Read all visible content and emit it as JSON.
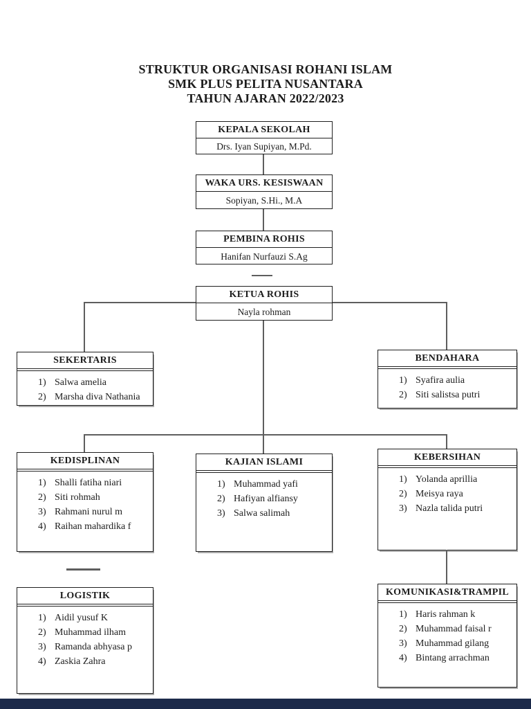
{
  "title": {
    "line1": "STRUKTUR ORGANISASI ROHANI ISLAM",
    "line2": "SMK PLUS PELITA NUSANTARA",
    "line3": "TAHUN AJARAN 2022/2023"
  },
  "units": {
    "kepala": {
      "label": "KEPALA SEKOLAH",
      "name": "Drs. Iyan Supiyan, M.Pd."
    },
    "waka": {
      "label": "WAKA URS. KESISWAAN",
      "name": "Sopiyan, S.Hi., M.A"
    },
    "pembina": {
      "label": "PEMBINA ROHIS",
      "name": "Hanifan Nurfauzi S.Ag"
    },
    "ketua": {
      "label": "KETUA ROHIS",
      "name": "Nayla rohman"
    },
    "sekertaris": {
      "label": "SEKERTARIS",
      "members": [
        "Salwa amelia",
        "Marsha diva Nathania"
      ]
    },
    "bendahara": {
      "label": "BENDAHARA",
      "members": [
        "Syafira aulia",
        "Siti salistsa putri"
      ]
    },
    "kedisplinan": {
      "label": "KEDISPLINAN",
      "members": [
        "Shalli fatiha niari",
        "Siti rohmah",
        "Rahmani nurul m",
        "Raihan mahardika f"
      ]
    },
    "kajian": {
      "label": "KAJIAN ISLAMI",
      "members": [
        "Muhammad yafi",
        "Hafiyan alfiansy",
        "Salwa salimah"
      ]
    },
    "kebersihan": {
      "label": "KEBERSIHAN",
      "members": [
        "Yolanda aprillia",
        "Meisya raya",
        "Nazla talida putri"
      ]
    },
    "logistik": {
      "label": "LOGISTIK",
      "members": [
        "Aidil yusuf K",
        "Muhammad ilham",
        "Ramanda abhyasa p",
        "Zaskia Zahra"
      ]
    },
    "komunikasi": {
      "label": "KOMUNIKASI&TRAMPIL",
      "members": [
        "Haris rahman k",
        "Muhammad faisal r",
        "Muhammad gilang",
        "Bintang arrachman"
      ]
    }
  },
  "colors": {
    "page_bg": "#ffffff",
    "box_border": "#1f1f1f",
    "connector": "#5e5e5e",
    "footer_bar": "#1c2a4a"
  }
}
